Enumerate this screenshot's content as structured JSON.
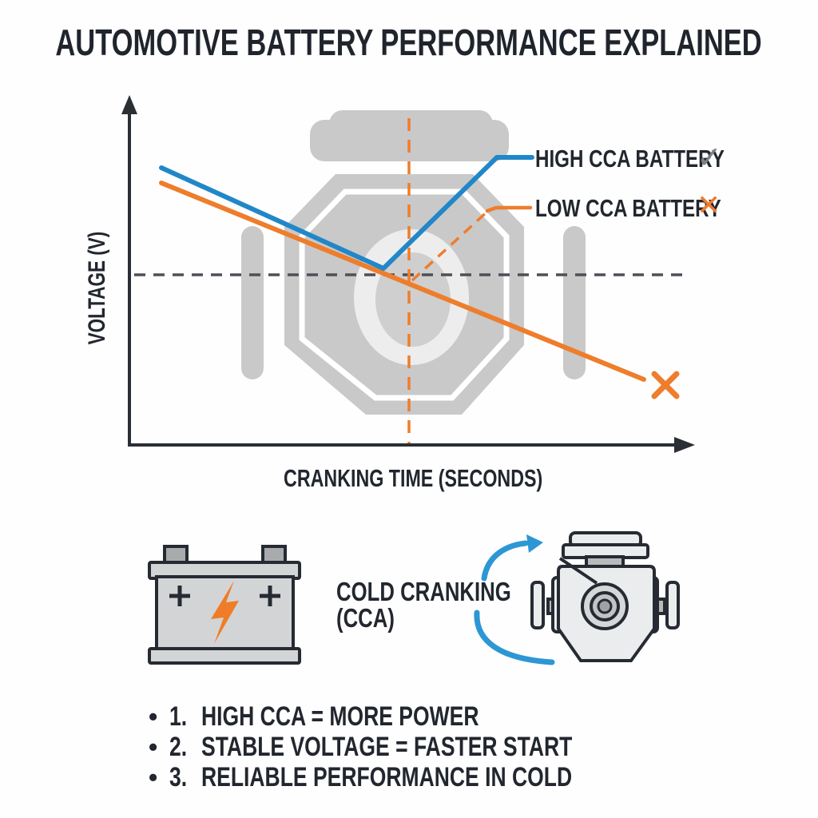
{
  "title": "AUTOMOTIVE BATTERY PERFORMANCE EXPLAINED",
  "colors": {
    "blue": "#2187c8",
    "arrow_blue": "#2d96d5",
    "orange": "#ee7d2c",
    "dark": "#22262e",
    "axis": "#2a2e35",
    "threshold_gray": "#4d5157",
    "check_gray": "#7d8185",
    "watermark_gray": "#c9c9c9"
  },
  "chart": {
    "ylabel": "VOLTAGE (V)",
    "xlabel": "CRANKING TIME (SECONDS)",
    "legend": [
      {
        "label": "HIGH CCA BATTERY",
        "marker": "check-icon",
        "glyph": "✓"
      },
      {
        "label": "LOW CCA BATTERY",
        "marker": "cross-icon",
        "glyph": "✕"
      }
    ],
    "geometry": {
      "high_cca_points": "202,210 480,336 622,197 666,197",
      "low_cca_points": "202,229 806,475",
      "low_cca_dashed_branch": "516,351 612,263",
      "low_cca_legend_connector": "610,264 621,260 664,260",
      "threshold_dash": "168,344 856,344",
      "cranking_dash": "512,148 512,556"
    }
  },
  "chart_data": {
    "type": "line",
    "title": "AUTOMOTIVE BATTERY PERFORMANCE EXPLAINED",
    "xlabel": "CRANKING TIME (SECONDS)",
    "ylabel": "VOLTAGE (V)",
    "axes_numeric": false,
    "grid": false,
    "legend_position": "top-right",
    "background_watermark": "engine silhouette",
    "series": [
      {
        "name": "HIGH CCA BATTERY",
        "color": "#2187c8",
        "style": "solid",
        "end_marker": "check",
        "behavior": "voltage dips during cranking then recovers and rises above start",
        "points_norm_xy": [
          [
            0.06,
            0.8
          ],
          [
            0.45,
            0.51
          ],
          [
            0.65,
            0.83
          ],
          [
            0.71,
            0.83
          ]
        ]
      },
      {
        "name": "LOW CCA BATTERY",
        "color": "#ee7d2c",
        "style": "solid",
        "end_marker": "x",
        "behavior": "voltage declines steadily and never recovers",
        "points_norm_xy": [
          [
            0.06,
            0.75
          ],
          [
            0.91,
            0.19
          ]
        ]
      }
    ],
    "annotations": [
      {
        "type": "hline",
        "style": "dashed",
        "color": "#4d5157",
        "meaning": "minimum voltage threshold",
        "y_norm": 0.49
      },
      {
        "type": "vline",
        "style": "dashed",
        "color": "#ee7d2c",
        "meaning": "cranking moment",
        "x_norm": 0.5
      },
      {
        "type": "dashed-diagonal",
        "style": "dashed",
        "color": "#ee7d2c",
        "meaning": "missing recovery path of low CCA battery"
      }
    ]
  },
  "info_row": {
    "battery_icon": "car-battery-with-lightning-bolt",
    "engine_icon": "engine-with-rotation-arrows",
    "label_line1": "COLD CRANKING",
    "label_line2": "(CCA)"
  },
  "bullets": {
    "bullet_glyph": "•",
    "items": [
      {
        "num": "1.",
        "text": "HIGH CCA = MORE POWER"
      },
      {
        "num": "2.",
        "text": "STABLE VOLTAGE = FASTER START"
      },
      {
        "num": "3.",
        "text": "RELIABLE PERFORMANCE IN COLD"
      }
    ]
  }
}
